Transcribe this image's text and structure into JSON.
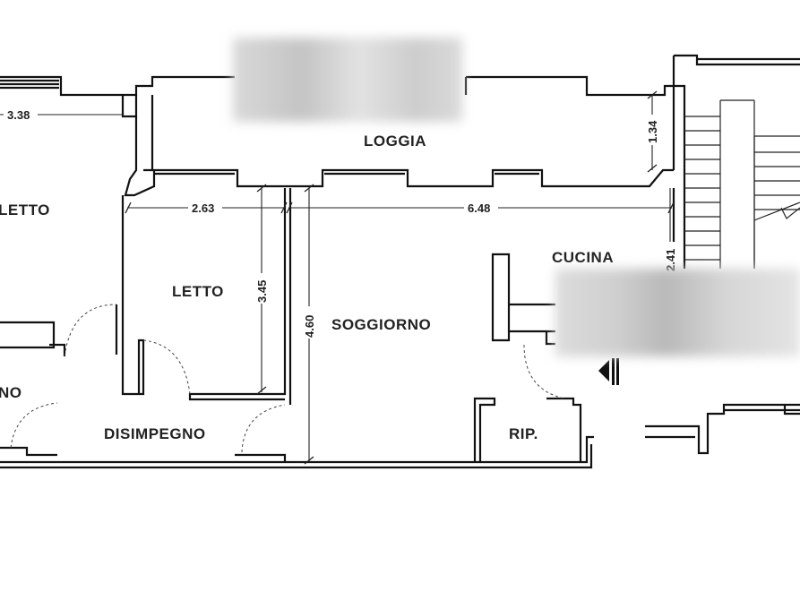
{
  "rooms": {
    "loggia": "LOGGIA",
    "letto_left": "LETTO",
    "letto": "LETTO",
    "soggiorno": "SOGGIORNO",
    "cucina": "CUCINA",
    "bagno": "NO",
    "disimpegno": "DISIMPEGNO",
    "ripostiglio": "RIP."
  },
  "dimensions": {
    "left_width": "3.38",
    "letto_width": "2.63",
    "soggiorno_width": "6.48",
    "loggia_depth": "1.34",
    "letto_depth": "3.45",
    "soggiorno_depth": "4.60",
    "cucina_depth": "2.41"
  },
  "colors": {
    "wall": "#111111",
    "redaction": "#c8c8c8"
  },
  "icons": {
    "entrance": "entrance-arrow-icon"
  }
}
